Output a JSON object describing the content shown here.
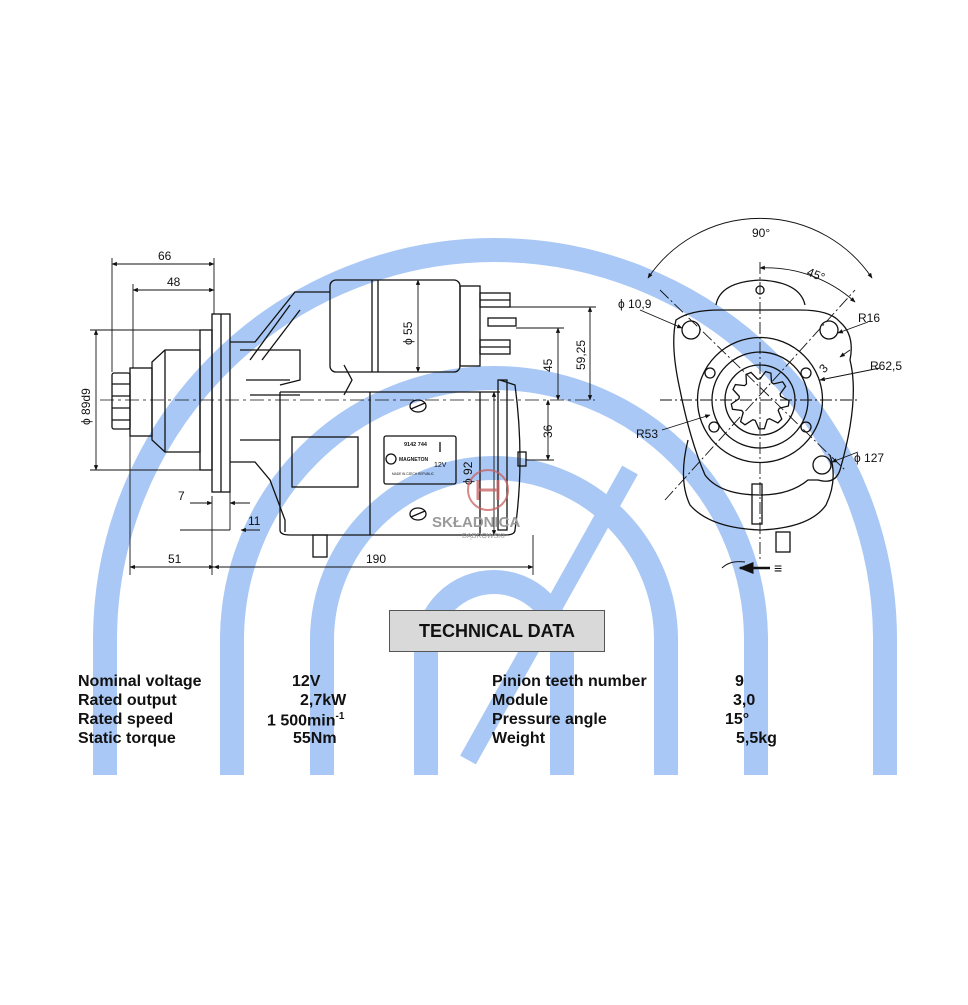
{
  "drawing": {
    "side_view_dimensions": {
      "d66": "66",
      "d48": "48",
      "d89": "ϕ 89d9",
      "d55": "ϕ 55",
      "d45": "45",
      "d5925": "59,25",
      "d36": "36",
      "d92": "ϕ 92",
      "d7": "7",
      "d11": "11",
      "d51": "51",
      "d190": "190"
    },
    "front_view_dimensions": {
      "a90": "90°",
      "a45": "45°",
      "d109": "ϕ 10,9",
      "r16": "R16",
      "r625": "R62,5",
      "d3": "3",
      "r53": "R53",
      "d127": "ϕ 127"
    },
    "nameplate": {
      "part_number": "9142 744",
      "voltage": "12V",
      "brand": "MAGNETON",
      "origin": "MADE IN CZECH REPUBLIC"
    },
    "rotation_symbol": "≡"
  },
  "watermark": {
    "name": "SKŁADNICA",
    "sub": "DĄBROWSKI"
  },
  "technical_data": {
    "title": "TECHNICAL DATA",
    "left": [
      {
        "label": "Nominal voltage",
        "value": "12V"
      },
      {
        "label": "Rated output",
        "value": "2,7kW"
      },
      {
        "label": "Rated speed",
        "value": "1 500min",
        "sup": "-1"
      },
      {
        "label": "Static torque",
        "value": "55Nm"
      }
    ],
    "right": [
      {
        "label": "Pinion teeth number",
        "value": "9"
      },
      {
        "label": "Module",
        "value": "3,0"
      },
      {
        "label": "Pressure angle",
        "value": "15°"
      },
      {
        "label": "Weight",
        "value": "5,5kg"
      }
    ]
  },
  "colors": {
    "watermark_blue": "#a9c8f5",
    "line": "#111111",
    "title_box": "#d9d9d9",
    "logo_red": "#c86060"
  }
}
